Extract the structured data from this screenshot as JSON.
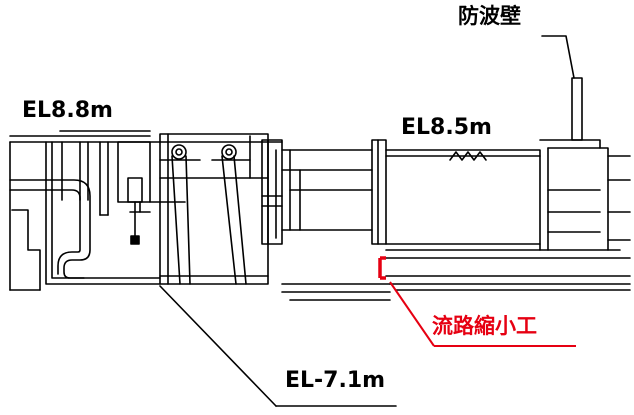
{
  "labels": {
    "el_88": "EL8.8m",
    "el_85": "EL8.5m",
    "el_neg71": "EL-7.1m",
    "seawall": "防波壁",
    "channel_narrowing": "流路縮小工"
  },
  "colors": {
    "line": "#000000",
    "highlight": "#e60012",
    "background": "#ffffff"
  }
}
